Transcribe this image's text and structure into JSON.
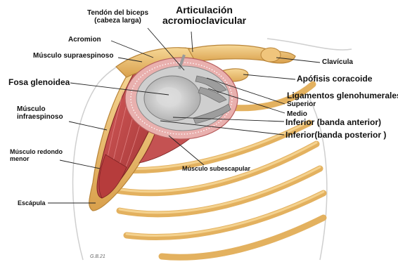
{
  "labels": {
    "biceps_tendon": "Tendón del biceps\n(cabeza larga)",
    "ac_joint": "Articulación\nacromioclavicular",
    "acromion": "Acromion",
    "supraspinatus": "Músculo supraespinoso",
    "clavicle": "Clavícula",
    "coracoid": "Apófisis coracoide",
    "glenoid_fossa": "Fosa glenoidea",
    "gh_ligaments": "Ligamentos glenohumerales:",
    "superior": "Superior",
    "middle": "Medio",
    "inferior_anterior": "Inferior (banda anterior)",
    "inferior_posterior": "Inferior(banda posterior )",
    "infraspinatus": "Músculo\ninfraespinoso",
    "teres_minor": "Músculo redondo\nmenor",
    "subscapularis": "Músculo subescapular",
    "scapula": "Escápula"
  },
  "signature": "G.B.21",
  "colors": {
    "bone": "#ecc073",
    "bone_dark": "#c9953f",
    "muscle": "#c84a4a",
    "muscle_dark": "#9b2f2f",
    "labrum": "#e8a3a3",
    "cartilage": "#b9b9b9",
    "capsule": "#d6d6d6",
    "leader": "#222222"
  }
}
